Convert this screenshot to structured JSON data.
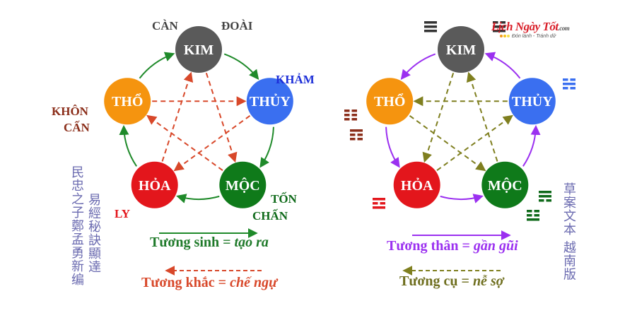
{
  "colors": {
    "kim": "#5a5a5a",
    "thuy": "#3a6ff0",
    "moc": "#0f7a1a",
    "hoa": "#e3161c",
    "tho": "#f5940f",
    "sinh": "#1f8a2a",
    "khac": "#d8482a",
    "than": "#9b30f0",
    "cu": "#7f7f1f"
  },
  "nodes": {
    "kim": "KIM",
    "thuy": "THỦY",
    "moc": "MỘC",
    "hoa": "HỎA",
    "tho": "THỔ"
  },
  "left": {
    "trigram_labels": {
      "can": "CÀN",
      "doai": "ĐOÀI",
      "kham": "KHẢM",
      "khon": "KHÔN",
      "can2": "CẤN",
      "ly": "LY",
      "ton": "TỐN",
      "chan": "CHẤN"
    },
    "chinese_col1": "民忠之子鄭孟勇新编",
    "chinese_col2": "易經秘訣顯達",
    "legend_solid": {
      "term": "Tương sinh = ",
      "meaning": "tạo ra"
    },
    "legend_dashed": {
      "term": "Tương khắc = ",
      "meaning": "chế ngự"
    },
    "solid_arrows": [
      [
        "kim",
        "thuy"
      ],
      [
        "thuy",
        "moc"
      ],
      [
        "moc",
        "hoa"
      ],
      [
        "hoa",
        "tho"
      ],
      [
        "tho",
        "kim"
      ]
    ],
    "dashed_arrows": [
      [
        "tho",
        "thuy"
      ],
      [
        "thuy",
        "hoa"
      ],
      [
        "hoa",
        "kim"
      ],
      [
        "kim",
        "moc"
      ],
      [
        "moc",
        "tho"
      ]
    ]
  },
  "right": {
    "chinese_col": "草案文本 越南版",
    "legend_solid": {
      "term": "Tương thân = ",
      "meaning": "gần gũi"
    },
    "legend_dashed": {
      "term": "Tương cụ = ",
      "meaning": "nễ sợ"
    },
    "solid_arrows": [
      [
        "kim",
        "tho"
      ],
      [
        "tho",
        "hoa"
      ],
      [
        "hoa",
        "moc"
      ],
      [
        "moc",
        "thuy"
      ],
      [
        "thuy",
        "kim"
      ]
    ],
    "dashed_arrows": [
      [
        "thuy",
        "tho"
      ],
      [
        "kim",
        "hoa"
      ],
      [
        "hoa",
        "thuy"
      ],
      [
        "tho",
        "moc"
      ],
      [
        "moc",
        "kim"
      ]
    ],
    "trigrams": [
      {
        "name": "can",
        "lines": [
          1,
          1,
          1
        ],
        "color": "#333333"
      },
      {
        "name": "doai",
        "lines": [
          0,
          1,
          1
        ],
        "color": "#333333"
      },
      {
        "name": "kham",
        "lines": [
          0,
          1,
          0
        ],
        "color": "#3a6ff0"
      },
      {
        "name": "khon",
        "lines": [
          0,
          0,
          0
        ],
        "color": "#8b2e1a"
      },
      {
        "name": "can2",
        "lines": [
          1,
          0,
          0
        ],
        "color": "#8b2e1a"
      },
      {
        "name": "ly",
        "lines": [
          1,
          0,
          1
        ],
        "color": "#e3161c"
      },
      {
        "name": "ton",
        "lines": [
          1,
          1,
          0
        ],
        "color": "#0f6a1a"
      },
      {
        "name": "chan",
        "lines": [
          0,
          0,
          1
        ],
        "color": "#0f6a1a"
      }
    ]
  },
  "logo": {
    "brand": "Lịch Ngày Tốt",
    "domain": ".com",
    "tagline": "Đón lành - Tránh dữ"
  }
}
